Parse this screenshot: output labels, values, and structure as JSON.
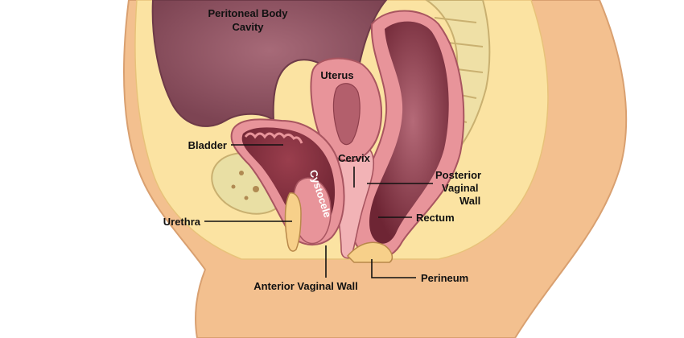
{
  "labels": {
    "peritoneal_line1": "Peritoneal Body",
    "peritoneal_line2": "Cavity",
    "uterus": "Uterus",
    "bladder": "Bladder",
    "cervix": "Cervix",
    "cystocele": "Cystocele",
    "posterior_line1": "Posterior",
    "posterior_line2": "Vaginal",
    "posterior_line3": "Wall",
    "rectum": "Rectum",
    "urethra": "Urethra",
    "anterior_vaginal_wall": "Anterior Vaginal Wall",
    "perineum": "Perineum"
  },
  "colors": {
    "skin": "#f3c08f",
    "fat": "#fbe3a2",
    "cavity": "#8a4f5e",
    "organ_pink": "#e8949a",
    "organ_dark": "#7c2e3b",
    "bone": "#efe0a6"
  }
}
